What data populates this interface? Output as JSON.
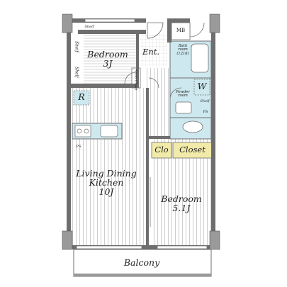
{
  "rooms": {
    "bedroom_small": {
      "name": "Bedroom",
      "size": "3J"
    },
    "ldk": {
      "line1": "Living Dining",
      "line2": "Kitchen",
      "size": "10J"
    },
    "bedroom_large": {
      "name": "Bedroom",
      "size": "5.1J"
    },
    "entrance": "Ent.",
    "bath": {
      "line1": "Bath",
      "line2": "room",
      "line3": "(1216)"
    },
    "powder": {
      "line1": "Powder",
      "line2": "room"
    },
    "washer": "W",
    "refrigerator": "R",
    "closet_small": "Clo",
    "closet_large": "Closet",
    "balcony": "Balcony",
    "mb": "MB",
    "shelf": "Shelf",
    "ps": "PS",
    "shoes_closet": "Shoes Closet"
  },
  "colors": {
    "wall": "#6e6e6e",
    "pillar": "#9a9a9a",
    "wet_area": "#cde8ee",
    "closet": "#f1eaa8",
    "floor_stripe": "#b8b8b8"
  }
}
